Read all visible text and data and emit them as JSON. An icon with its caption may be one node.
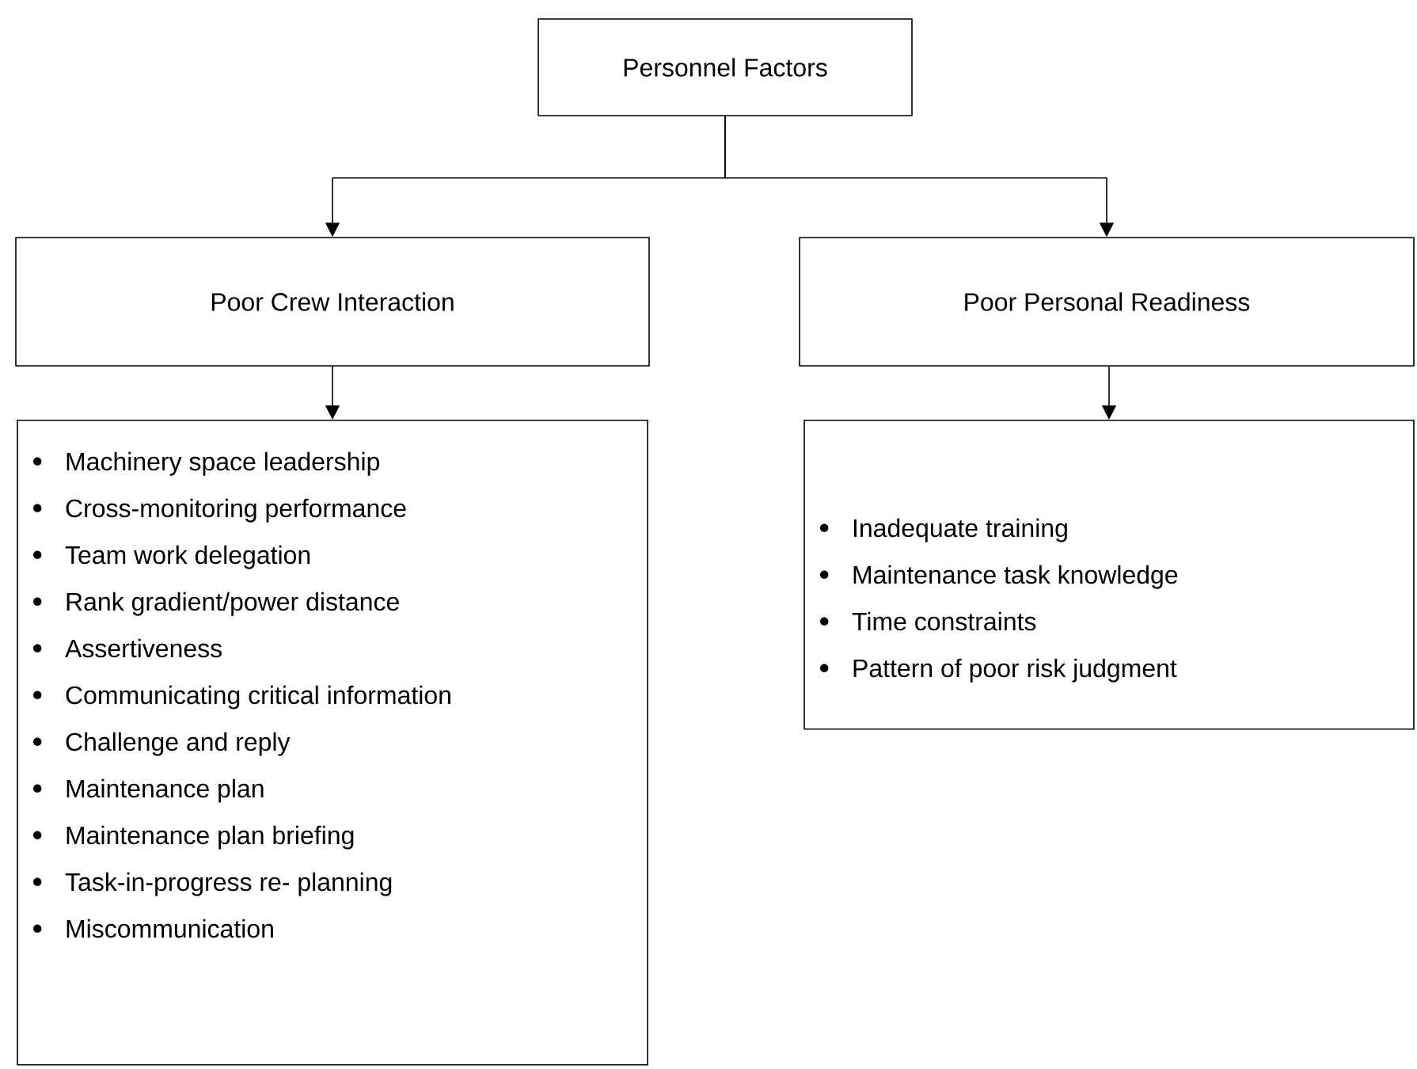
{
  "diagram": {
    "nodes": [
      {
        "text": [
          "Personnel Factors"
        ]
      },
      {
        "text": [
          "Poor Crew Interaction"
        ]
      },
      {
        "text": [
          "Poor Personal Readiness"
        ]
      },
      {
        "text": [
          "Machinery space leadership",
          "Cross-monitoring performance",
          "Team work delegation",
          "Rank gradient/power distance",
          "Assertiveness",
          "Communicating critical information",
          "Challenge and reply",
          "Maintenance plan",
          "Maintenance plan briefing",
          "Task-in-progress re- planning",
          "Miscommunication"
        ]
      },
      {
        "text": [
          "Inadequate training",
          "Maintenance task knowledge",
          "Time constraints",
          "Pattern of poor risk judgment"
        ]
      }
    ],
    "edges": [
      {
        "from": 0,
        "to": 1,
        "arrow": "to"
      },
      {
        "from": 0,
        "to": 2,
        "arrow": "to"
      },
      {
        "from": 1,
        "to": 3,
        "arrow": "to"
      },
      {
        "from": 2,
        "to": 4,
        "arrow": "to"
      }
    ]
  }
}
